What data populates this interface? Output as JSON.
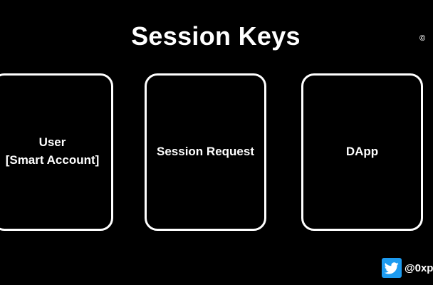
{
  "title": "Session Keys",
  "corner_mark": "©",
  "boxes": [
    {
      "lines": [
        "User",
        "[Smart Account]"
      ]
    },
    {
      "lines": [
        "Session Request"
      ]
    },
    {
      "lines": [
        "DApp"
      ]
    }
  ],
  "footer": {
    "icon": "twitter-icon",
    "handle": "@0xp"
  },
  "colors": {
    "background": "#000000",
    "foreground": "#ffffff",
    "twitter_blue": "#1d9bf0"
  }
}
